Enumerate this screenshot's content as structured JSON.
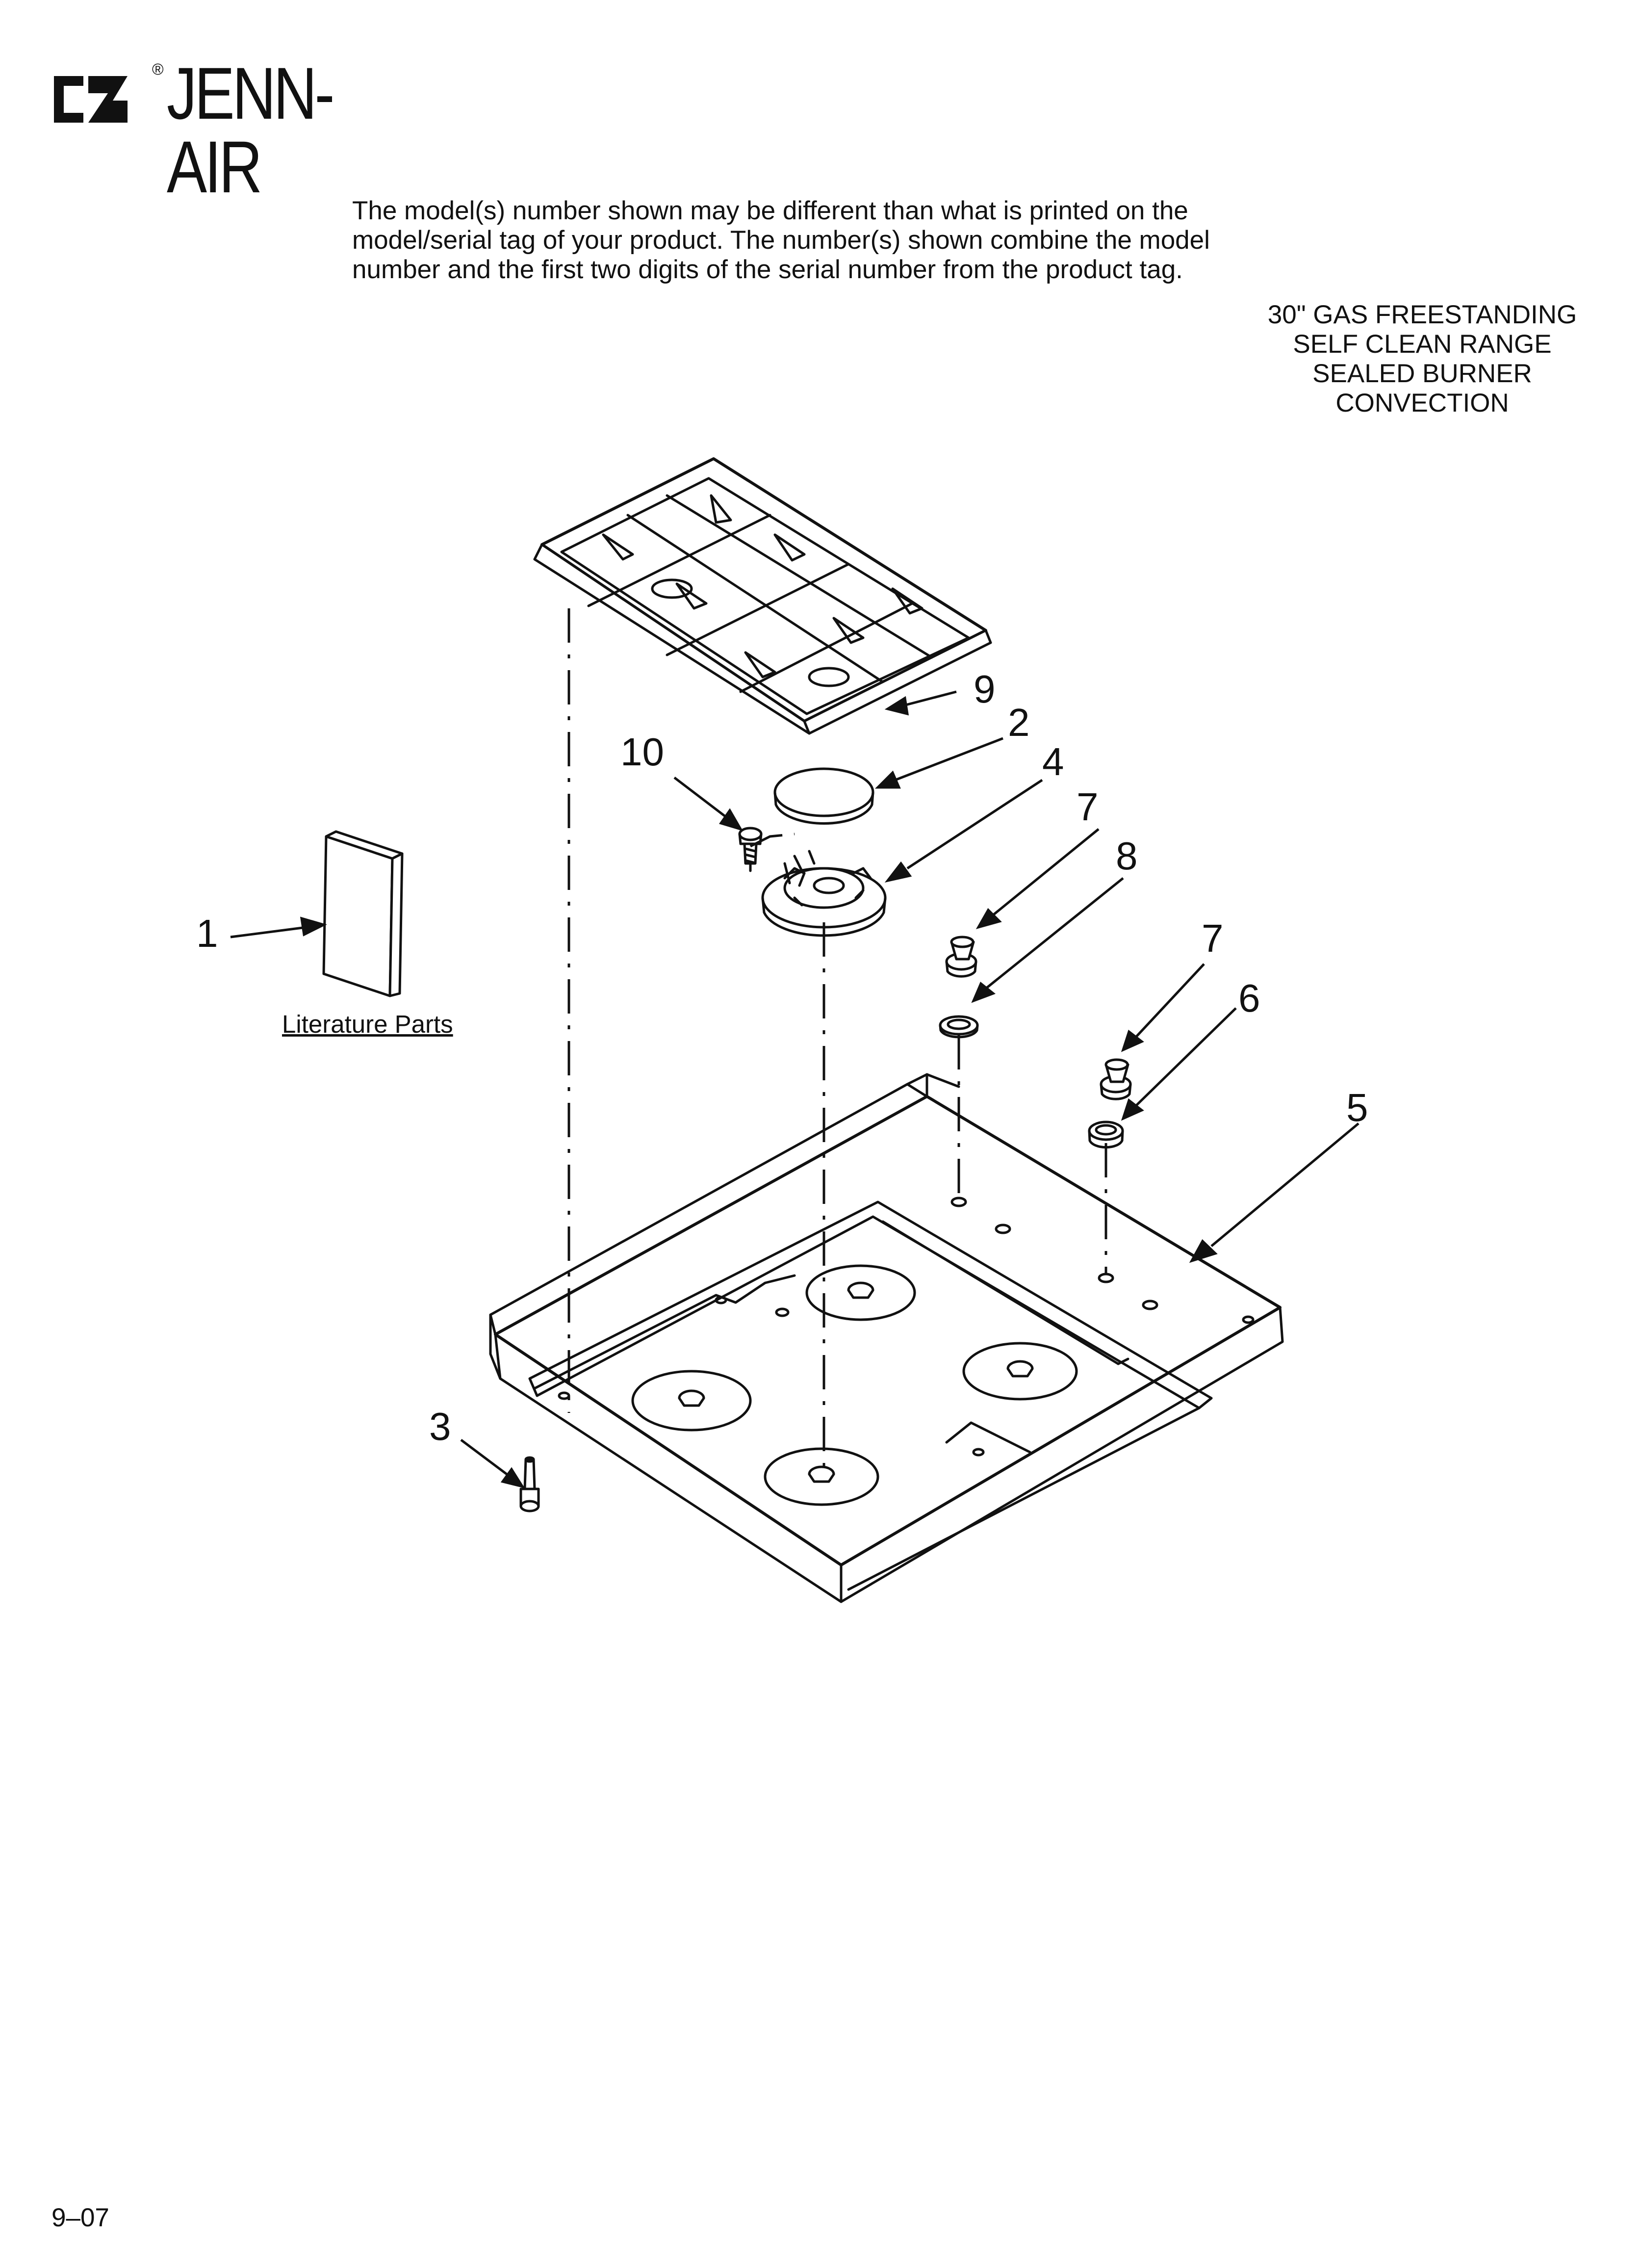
{
  "brand": {
    "name": "JENN-AIR",
    "registered_mark": "®"
  },
  "notice": {
    "lines": [
      "The model(s) number shown may be different than what is printed on the",
      "model/serial tag of your product. The number(s) shown combine the model",
      "number and the first two digits of the serial number from the product tag."
    ]
  },
  "product": {
    "lines": [
      "30\" GAS FREESTANDING",
      "SELF CLEAN RANGE",
      "SEALED BURNER",
      "CONVECTION"
    ]
  },
  "literature_label": "Literature Parts",
  "callouts": {
    "c1": "1",
    "c2": "2",
    "c3": "3",
    "c4": "4",
    "c5": "5",
    "c6": "6",
    "c7a": "7",
    "c7b": "7",
    "c8": "8",
    "c9": "9",
    "c10": "10"
  },
  "date_code": "9–07"
}
